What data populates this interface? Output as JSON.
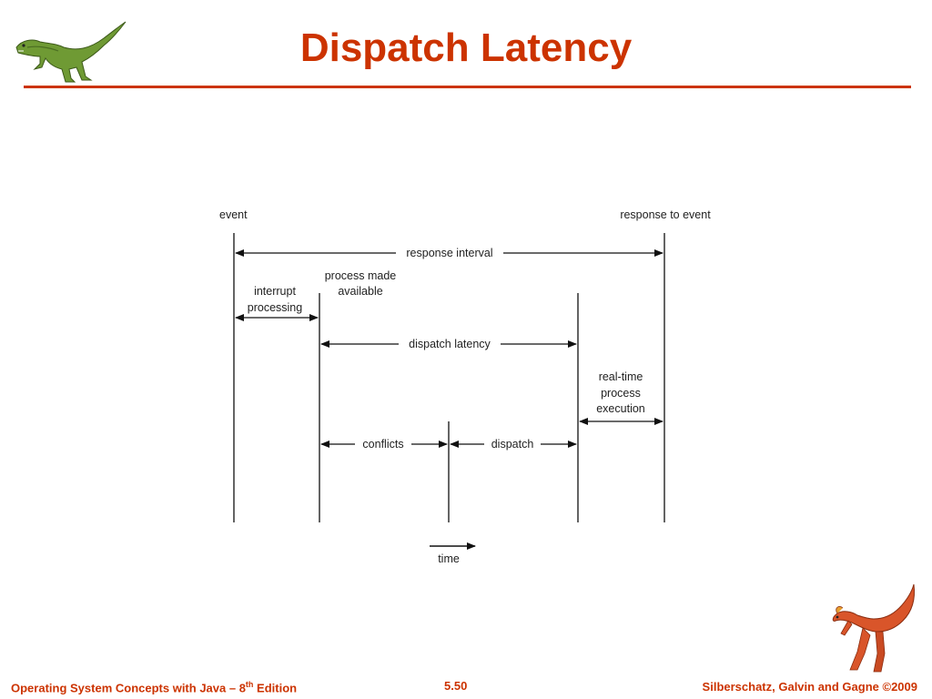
{
  "slide": {
    "title": "Dispatch Latency"
  },
  "diagram": {
    "labels": {
      "event": "event",
      "response_to_event": "response to event",
      "response_interval": "response interval",
      "process_made_available_1": "process made",
      "process_made_available_2": "available",
      "interrupt_processing_1": "interrupt",
      "interrupt_processing_2": "processing",
      "dispatch_latency": "dispatch latency",
      "realtime_exec_1": "real-time",
      "realtime_exec_2": "process",
      "realtime_exec_3": "execution",
      "conflicts": "conflicts",
      "dispatch": "dispatch",
      "time": "time"
    }
  },
  "footer": {
    "left_prefix": "Operating System Concepts with Java – 8",
    "left_sup": "th",
    "left_suffix": " Edition",
    "page": "5.50",
    "right": "Silberschatz, Galvin and Gagne ©2009"
  },
  "icons": {
    "top_left": "green-dinosaur-icon",
    "bottom_right": "red-dinosaur-icon"
  },
  "colors": {
    "accent": "#cc3300",
    "line": "#111111"
  }
}
